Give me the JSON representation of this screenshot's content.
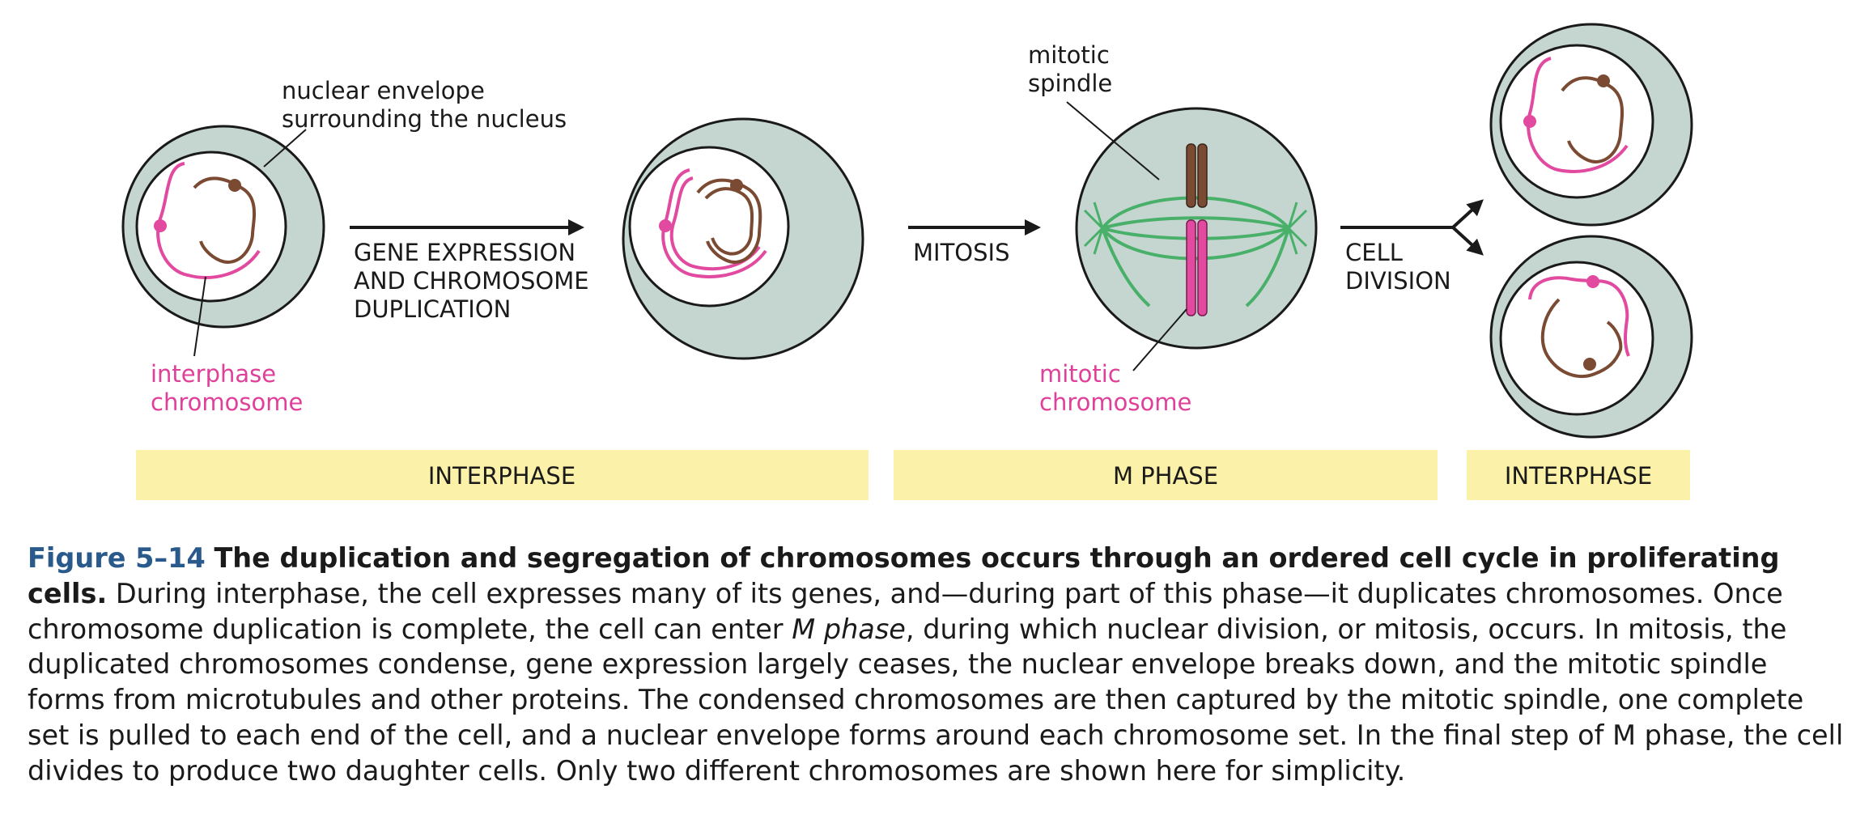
{
  "labels": {
    "nuclear_envelope": [
      "nuclear envelope",
      "surrounding the nucleus"
    ],
    "interphase_chromosome": [
      "interphase",
      "chromosome"
    ],
    "gene_expression": [
      "GENE EXPRESSION",
      "AND CHROMOSOME",
      "DUPLICATION"
    ],
    "mitosis": "MITOSIS",
    "mitotic_spindle": [
      "mitotic",
      "spindle"
    ],
    "mitotic_chromosome": [
      "mitotic",
      "chromosome"
    ],
    "cell_division": [
      "CELL",
      "DIVISION"
    ]
  },
  "phases": [
    "INTERPHASE",
    "M PHASE",
    "INTERPHASE"
  ],
  "caption": {
    "figure_number": "Figure 5–14",
    "title": "The duplication and segregation of chromosomes occurs through an ordered cell cycle in proliferating cells.",
    "text_1": "During interphase, the cell expresses many of its genes, and—during part of this phase—it duplicates chromosomes. Once chromosome duplication is complete, the cell can enter",
    "italic": "M phase",
    "text_2": ", during which nuclear division, or mitosis, occurs. In mitosis, the duplicated chromosomes condense, gene expression largely ceases, the nuclear envelope breaks down, and the mitotic spindle forms from microtubules and other proteins. The condensed chromosomes are then captured by the mitotic spindle, one complete set is pulled to each end of the cell, and a nuclear envelope forms around each chromosome set. In the final step of M phase, the cell divides to produce two daughter cells. Only two different chromosomes are shown here for simplicity."
  },
  "colors": {
    "cytoplasm": "#c5d6d1",
    "nucleus": "#ffffff",
    "outline": "#1a1a1a",
    "pink_chromosome": "#e24aa0",
    "brown_chromosome": "#7a4a32",
    "spindle": "#49b06a",
    "phase_bar": "#fbf1a8",
    "figure_number": "#2a5a8c"
  }
}
